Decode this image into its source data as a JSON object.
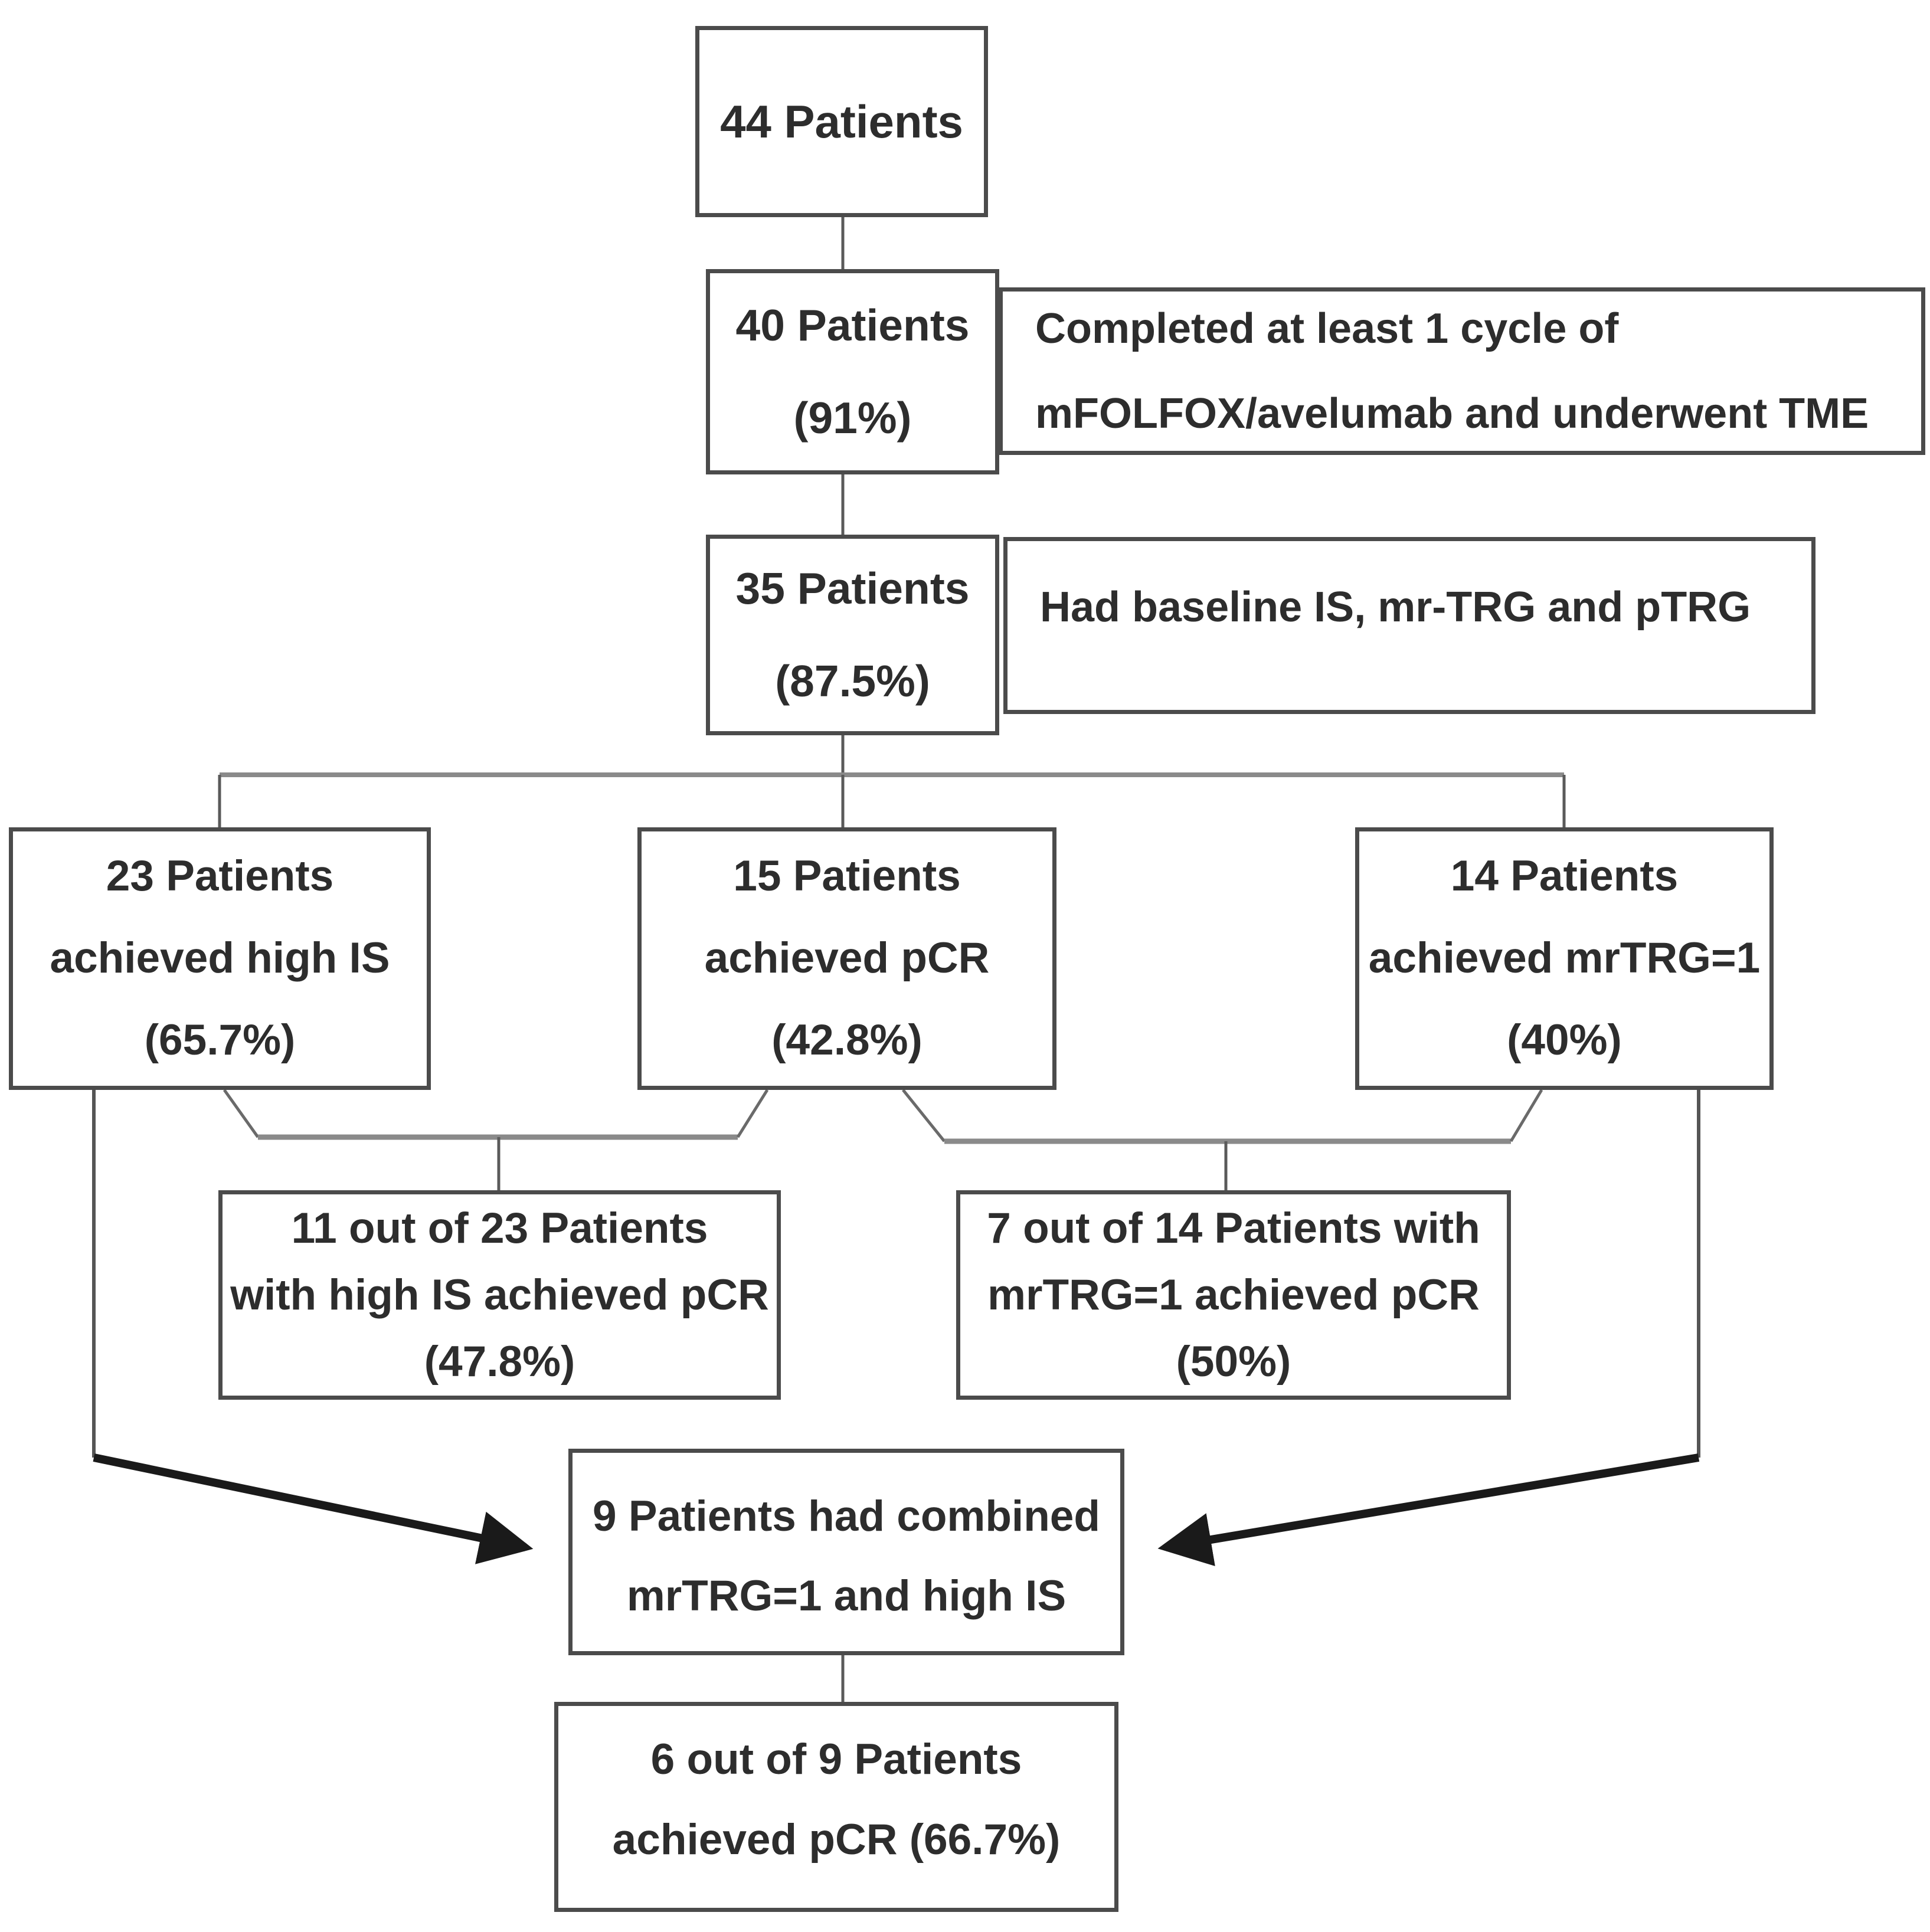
{
  "diagram": {
    "type": "patient-flow-chart",
    "background": "#ffffff",
    "colors": {
      "box_border": "#4b4b4b",
      "text": "#2d2d2d",
      "connector_line": "#5a5a5a",
      "bracket_line": "#8a8a8a",
      "arrow": "#1a1a1a"
    },
    "nodes": {
      "enrolled": {
        "lines": [
          "44 Patients"
        ]
      },
      "completed_cycle": {
        "lines": [
          "40 Patients",
          "(91%)"
        ]
      },
      "note_completed": {
        "lines": [
          "Completed at least 1 cycle of",
          "mFOLFOX/avelumab and underwent TME"
        ]
      },
      "baseline": {
        "lines": [
          "35 Patients",
          "(87.5%)"
        ]
      },
      "note_baseline": {
        "lines": [
          "Had baseline IS, mr-TRG and pTRG"
        ]
      },
      "high_is": {
        "lines": [
          "23 Patients",
          "achieved high IS",
          "(65.7%)"
        ]
      },
      "pcr": {
        "lines": [
          "15 Patients",
          "achieved pCR",
          "(42.8%)"
        ]
      },
      "mrtrg1": {
        "lines": [
          "14 Patients",
          "achieved mrTRG=1",
          "(40%)"
        ]
      },
      "high_is_pcr": {
        "lines": [
          "11 out of 23 Patients",
          "with high IS achieved pCR",
          "(47.8%)"
        ]
      },
      "mrtrg1_pcr": {
        "lines": [
          "7 out of 14 Patients with",
          "mrTRG=1 achieved pCR",
          "(50%)"
        ]
      },
      "combined": {
        "lines": [
          "9 Patients had combined",
          "mrTRG=1 and high IS"
        ]
      },
      "combined_pcr": {
        "lines": [
          "6 out of 9 Patients",
          "achieved pCR (66.7%)"
        ]
      }
    }
  }
}
